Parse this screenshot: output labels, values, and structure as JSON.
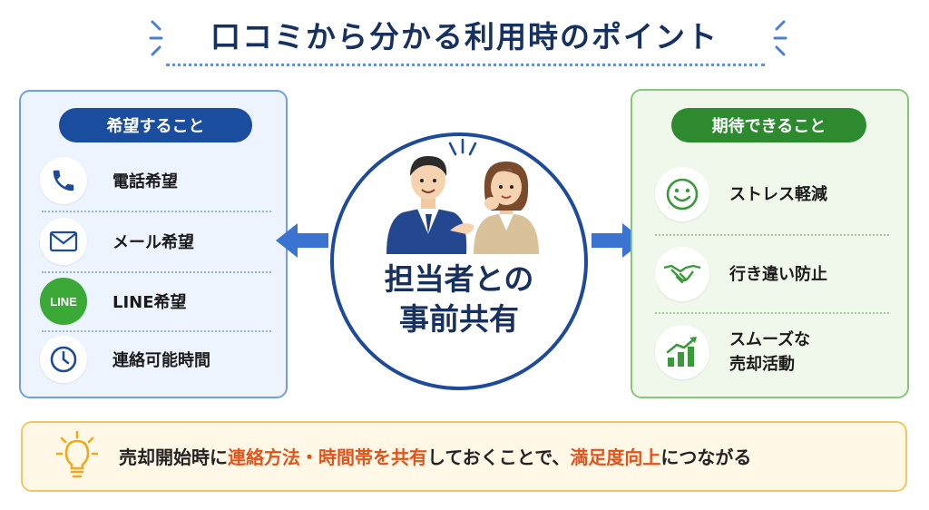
{
  "title": "口コミから分かる利用時のポイント",
  "left": {
    "header": "希望すること",
    "items": [
      {
        "label": "電話希望",
        "icon": "phone-icon"
      },
      {
        "label": "メール希望",
        "icon": "mail-icon"
      },
      {
        "label": "LINE希望",
        "icon": "line-icon",
        "icon_text": "LINE"
      },
      {
        "label": "連絡可能時間",
        "icon": "clock-icon"
      }
    ]
  },
  "center": {
    "line1": "担当者との",
    "line2": "事前共有"
  },
  "right": {
    "header": "期待できること",
    "items": [
      {
        "label": "ストレス軽減",
        "icon": "smile-icon"
      },
      {
        "label": "行き違い防止",
        "icon": "handshake-icon"
      },
      {
        "label_line1": "スムーズな",
        "label_line2": "売却活動",
        "icon": "growth-chart-icon"
      }
    ]
  },
  "banner": {
    "part1": "売却開始時に",
    "highlight1": "連絡方法・時間帯を共有",
    "part2": "しておくことで、",
    "highlight2": "満足度向上",
    "part3": "につながる"
  },
  "colors": {
    "navy": "#16315f",
    "left_accent": "#1b4d9e",
    "right_accent": "#2e8a2f",
    "highlight": "#e0541c",
    "banner_border": "#f1c766"
  }
}
